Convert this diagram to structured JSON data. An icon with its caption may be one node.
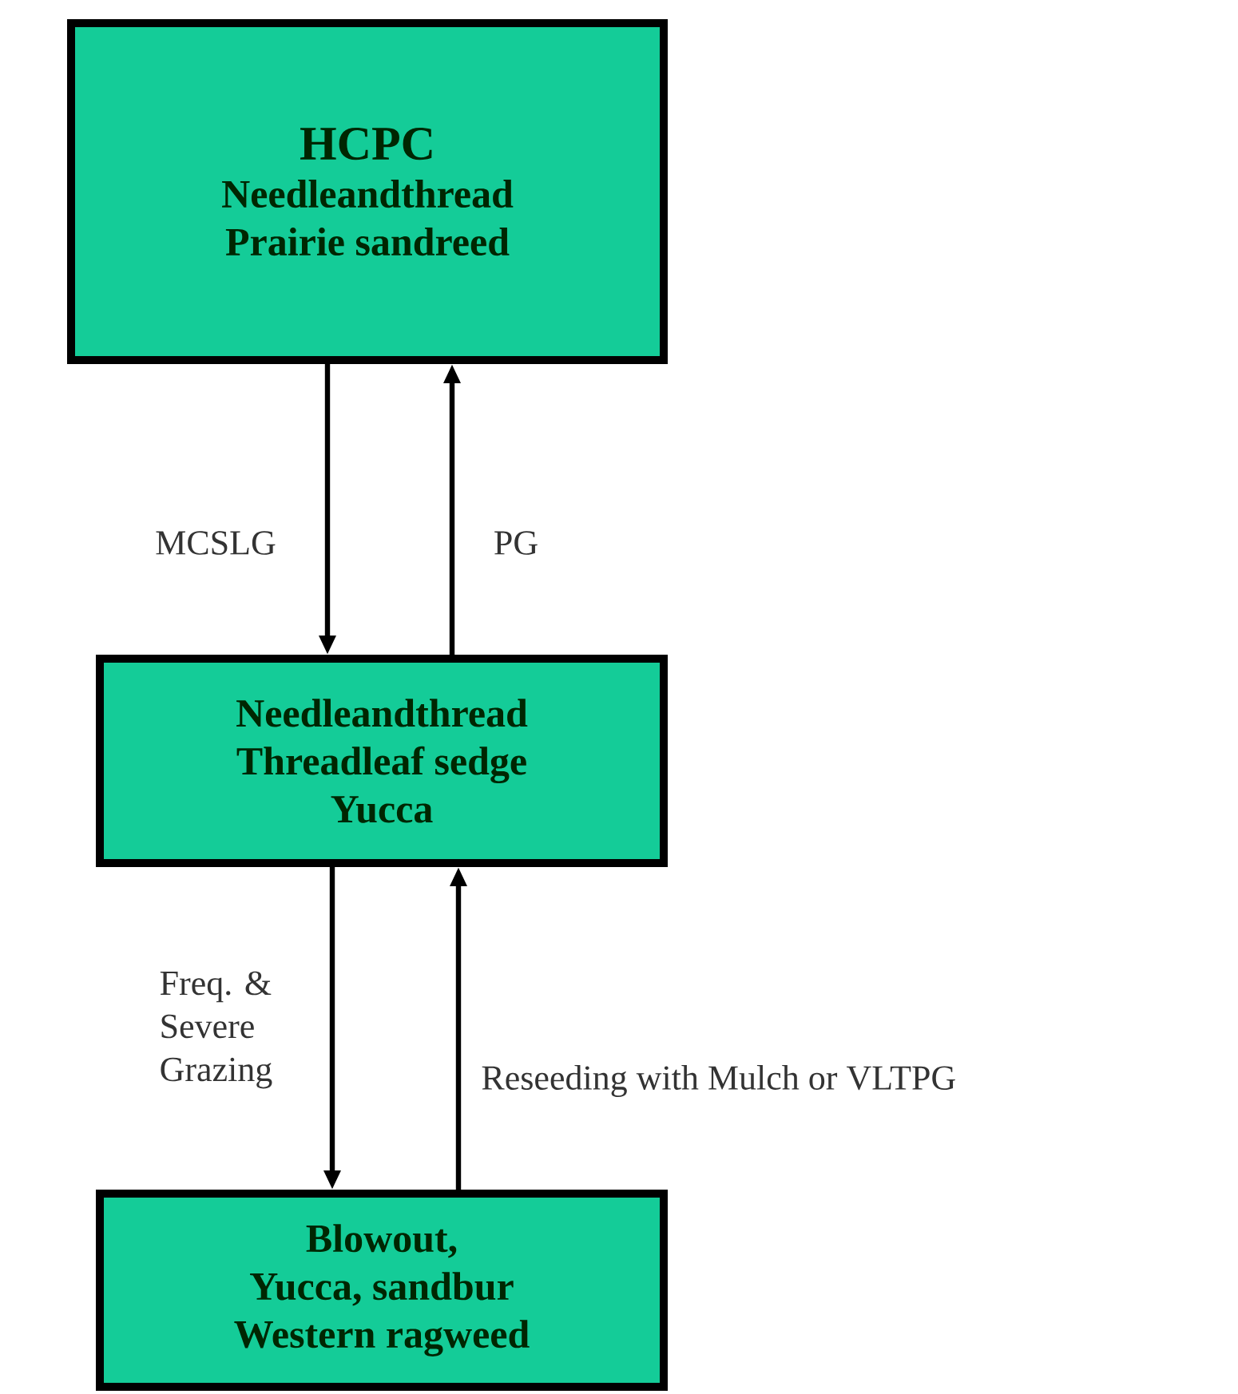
{
  "diagram": {
    "nodes": [
      {
        "text": [
          "HCPC",
          "Needleandthread",
          "Prairie sandreed"
        ]
      },
      {
        "text": [
          "Needleandthread",
          "Threadleaf sedge",
          "Yucca"
        ]
      },
      {
        "text": [
          "Blowout,",
          "Yucca, sandbur",
          "Western ragweed"
        ]
      }
    ],
    "edges": [
      {
        "from": 0,
        "to": 1,
        "arrow": "to",
        "label": "MCSLG"
      },
      {
        "from": 1,
        "to": 0,
        "arrow": "to",
        "label": "PG"
      },
      {
        "from": 1,
        "to": 2,
        "arrow": "to",
        "label": "Freq. & Severe Grazing"
      },
      {
        "from": 2,
        "to": 1,
        "arrow": "to",
        "label": "Reseeding with Mulch or VLTPG"
      }
    ]
  }
}
